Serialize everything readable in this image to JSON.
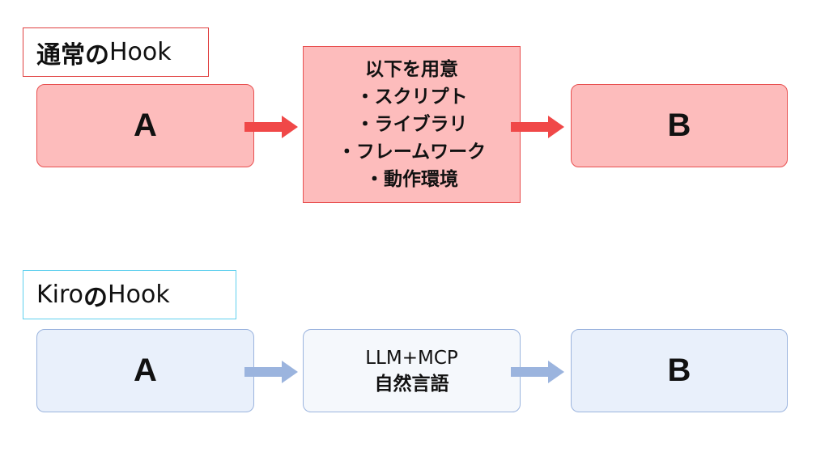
{
  "colors": {
    "normal_fill": "#fdbcbc",
    "normal_border": "#e85050",
    "normal_arrow": "#f04848",
    "kiro_fill": "#e9f0fb",
    "kiro_middle_fill": "#f5f8fc",
    "kiro_border": "#9bb4de",
    "kiro_arrow": "#9bb4de",
    "normal_label_border": "#e04040",
    "kiro_label_border": "#5fd0ee"
  },
  "normal_hook": {
    "label_bold": "通常の",
    "label_rest": "Hook",
    "node_a": "A",
    "node_b": "B",
    "middle_lines": [
      "以下を用意",
      "・スクリプト",
      "・ライブラリ",
      "・フレームワーク",
      "・動作環境"
    ]
  },
  "kiro_hook": {
    "label_start": "Kiro",
    "label_bold": "の",
    "label_end": "Hook",
    "node_a": "A",
    "node_b": "B",
    "middle_line1": "LLM+MCP",
    "middle_line2": "自然言語"
  }
}
